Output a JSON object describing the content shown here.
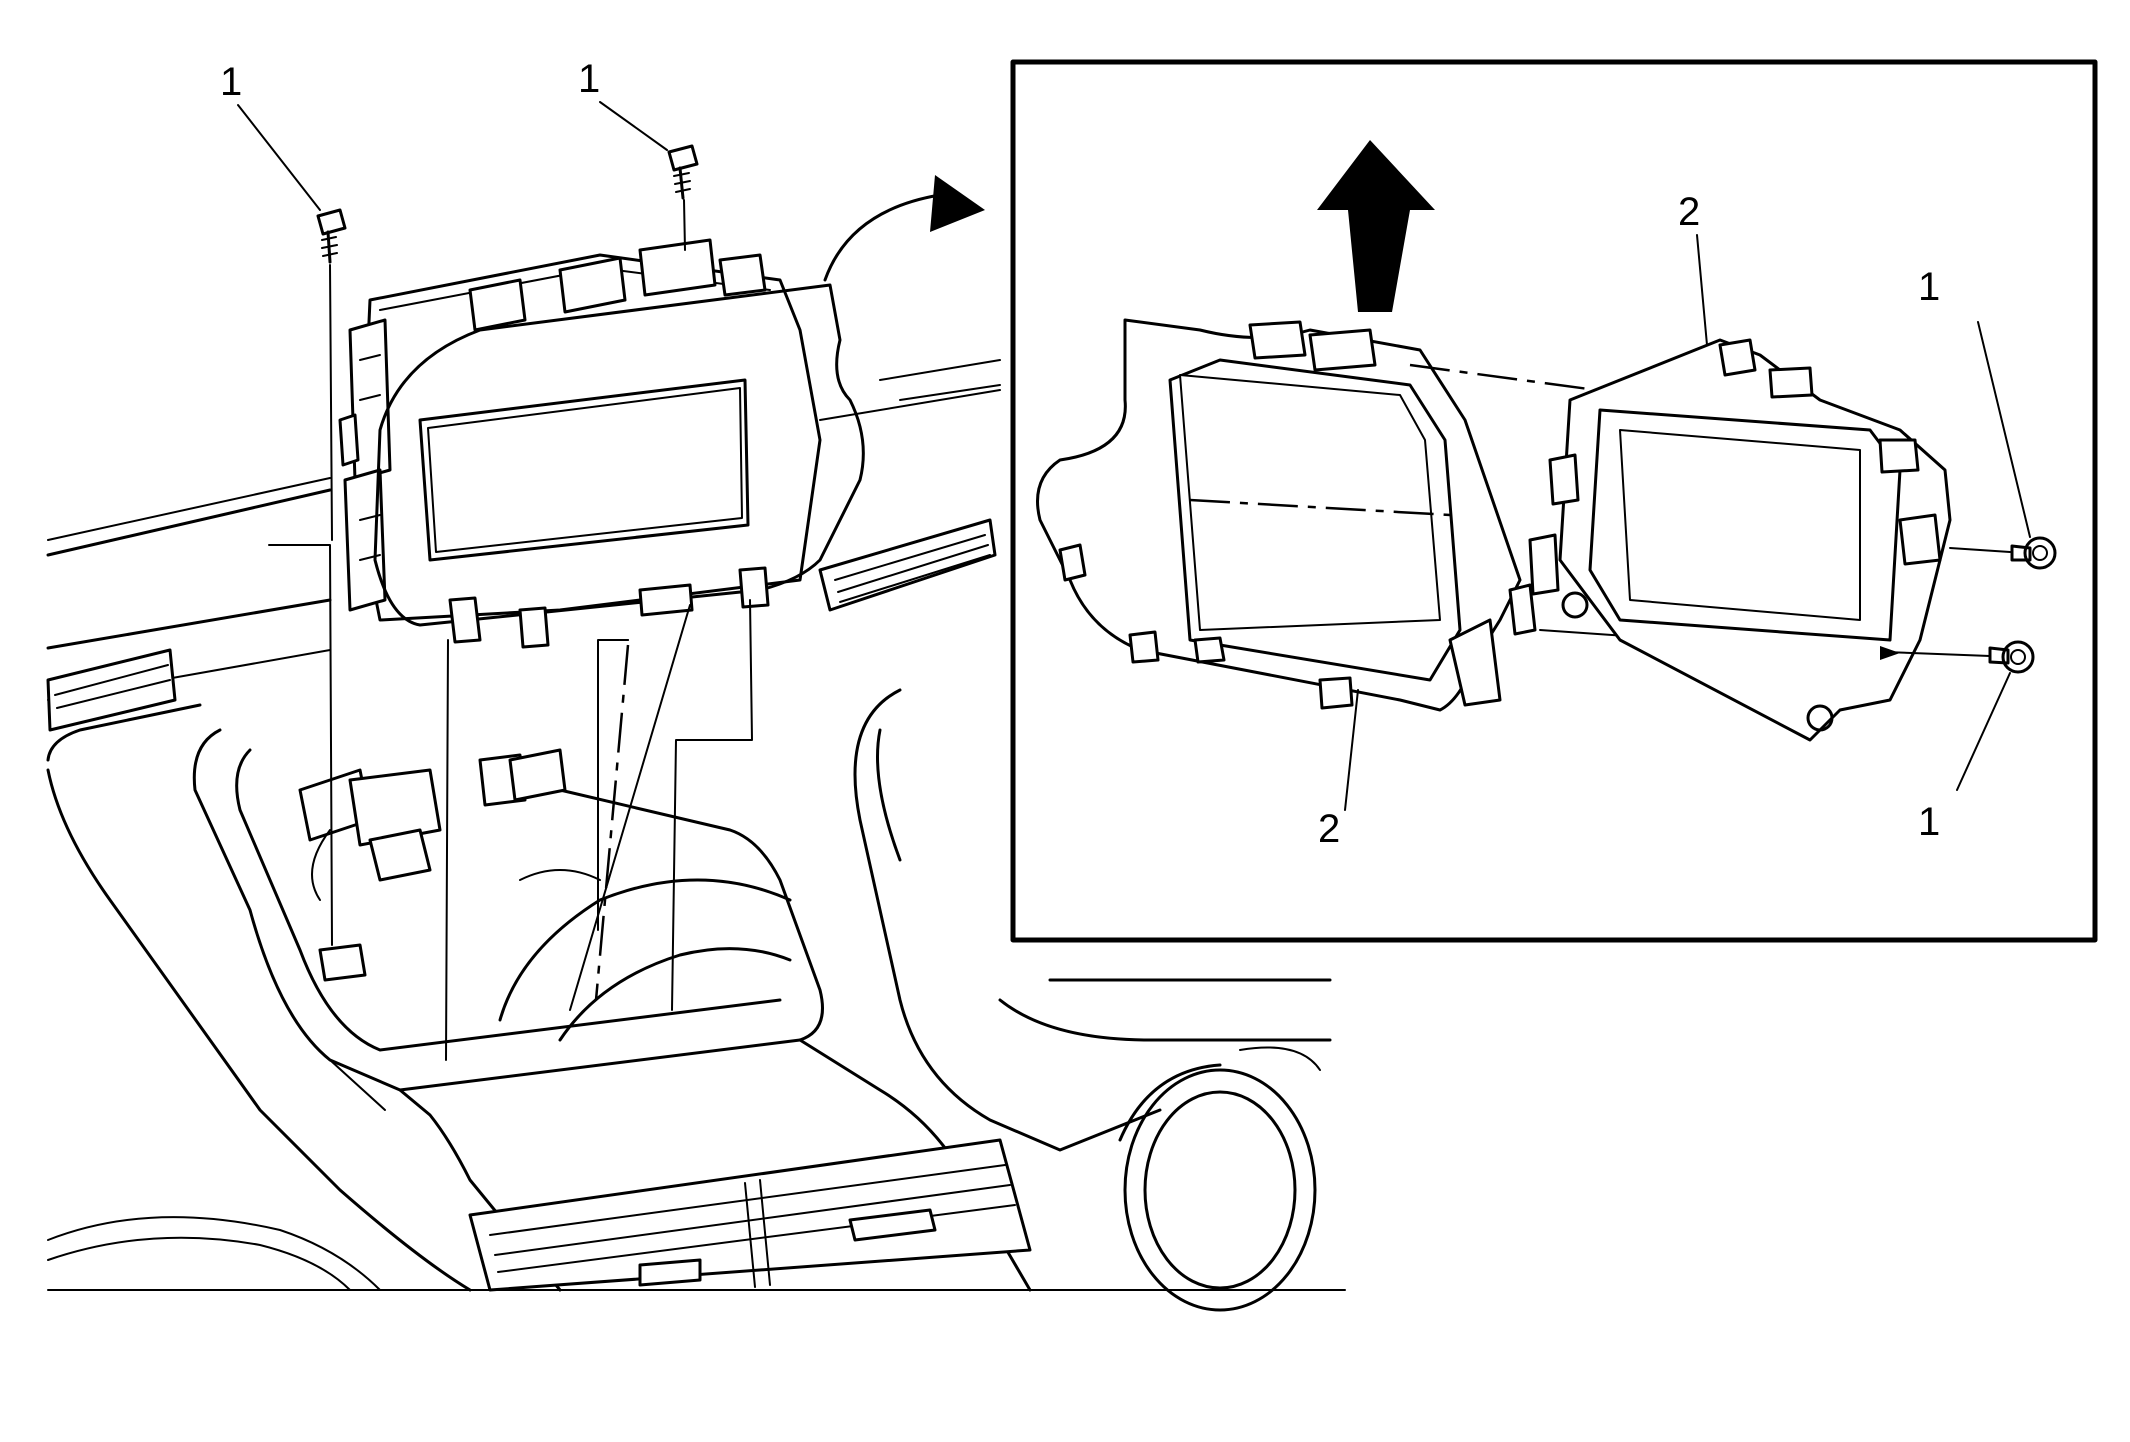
{
  "callouts": {
    "fastener_top_left": "1",
    "fastener_top_center": "1",
    "inset_fastener_upper": "1",
    "inset_fastener_lower": "1",
    "inset_display_top": "2",
    "inset_display_bottom": "2"
  },
  "icons": {
    "removal_direction": "arrow-up-icon",
    "detail_transition": "curved-arrow-icon",
    "fastener": "bolt-icon"
  },
  "colors": {
    "line": "#000000",
    "background": "#ffffff"
  }
}
